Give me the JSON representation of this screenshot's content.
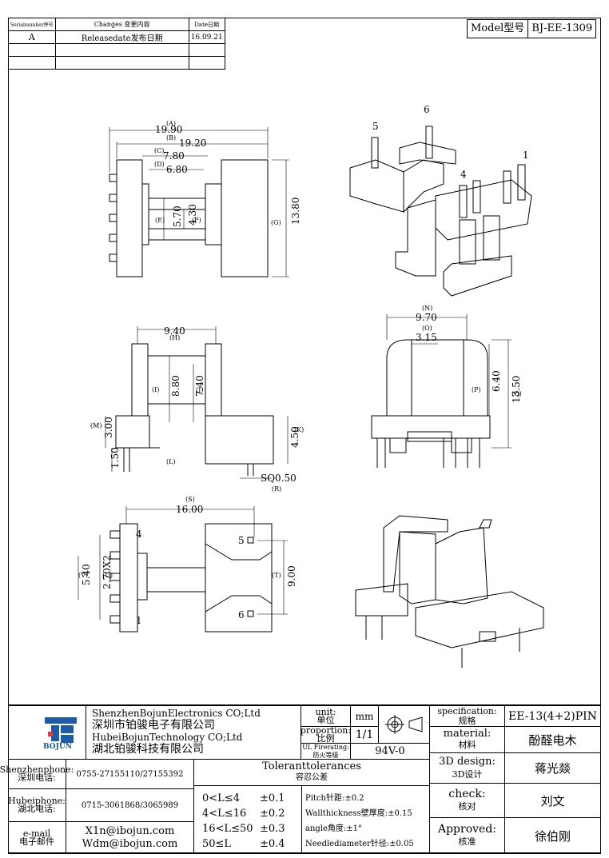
{
  "revision": {
    "headers": [
      "Serialnumber序号",
      "Changes 变更内容",
      "Date日期"
    ],
    "rows": [
      [
        "A",
        "Releasedate发布日期",
        "16.09.21"
      ],
      [
        "",
        "",
        ""
      ],
      [
        "",
        "",
        ""
      ]
    ]
  },
  "model": {
    "label": "Model型号",
    "value": "BJ-EE-1309"
  },
  "top_view": {
    "dims": [
      "19.90",
      "19.20",
      "7.80",
      "6.80",
      "5.70",
      "4.30",
      "13.80"
    ],
    "tags": [
      "(A)",
      "(B)",
      "(C)",
      "(D)",
      "(E)",
      "(F)",
      "(G)"
    ]
  },
  "iso_top": {
    "pins": [
      "6",
      "5",
      "4",
      "1"
    ]
  },
  "side_view": {
    "dims": [
      "9.40",
      "8.80",
      "7.40",
      "3.00",
      "1.50",
      "4.50",
      "SQ0.50"
    ],
    "tags": [
      "(H)",
      "(I)",
      "(J)",
      "(M)",
      "(L)",
      "(K)",
      "(R)"
    ]
  },
  "front_view": {
    "dims": [
      "9.70",
      "3.15",
      "6.40",
      "13.50"
    ],
    "tags": [
      "(N)",
      "(O)",
      "(P)",
      "(Q)"
    ]
  },
  "bottom_view": {
    "dims": [
      "16.00",
      "5.40",
      "2.70X2",
      "9.00"
    ],
    "tags": [
      "(S)",
      "(V)",
      "(U)",
      "(T)"
    ],
    "pins": [
      "4",
      "1",
      "5",
      "6"
    ]
  },
  "title_block": {
    "company_en1": "ShenzhenBojunElectronics CO;Ltd",
    "company_cn1": "深圳市铂骏电子有限公司",
    "company_en2": "HubeiBojunTechnology CO;Ltd",
    "company_cn2": "湖北铂骏科技有限公司",
    "logo_text": "BOJUN",
    "unit_label": "unit:",
    "unit_cn": "单位",
    "unit_value": "mm",
    "proportion_label": "proportion:",
    "proportion_cn": "比例",
    "proportion_value": "1/1",
    "ul_label": "UL Firerating:",
    "ul_cn": "防火等级",
    "ul_value": "94V-0",
    "spec_label": "specification:",
    "spec_cn": "规格",
    "spec_value": "EE-13(4+2)PIN",
    "material_label": "material:",
    "material_cn": "材料",
    "material_value": "酚醛电木",
    "design_label": "3D design:",
    "design_cn": "3D设计",
    "design_value": "蒋光燚",
    "check_label": "check:",
    "check_cn": "核对",
    "check_value": "刘文",
    "approved_label": "Approved:",
    "approved_cn": "核准",
    "approved_value": "徐伯刚",
    "sz_phone_label": "Shenzhenphone:",
    "sz_phone_cn": "深圳电话:",
    "sz_phone": "0755-27155110/27155392",
    "hb_phone_label": "Hubeiphone:",
    "hb_phone_cn": "湖北电话:",
    "hb_phone": "0715-3061868/3065989",
    "email_label": "e-mail",
    "email_cn": "电子邮件",
    "email1": "X1n@ibojun.com",
    "email2": "Wdm@ibojun.com",
    "tol_title": "Toleranttolerances",
    "tol_cn": "容忍公差",
    "tol_ranges": [
      "0<L≤4",
      "4<L≤16",
      "16<L≤50",
      "50≤L"
    ],
    "tol_values": [
      "±0.1",
      "±0.2",
      "±0.3",
      "±0.4"
    ],
    "tol_notes": [
      "Pitch针距:±0.2",
      "Wallthickness壁厚度:±0.15",
      "angle角度:±1°",
      "Needlediameter针径:±0.05"
    ]
  }
}
